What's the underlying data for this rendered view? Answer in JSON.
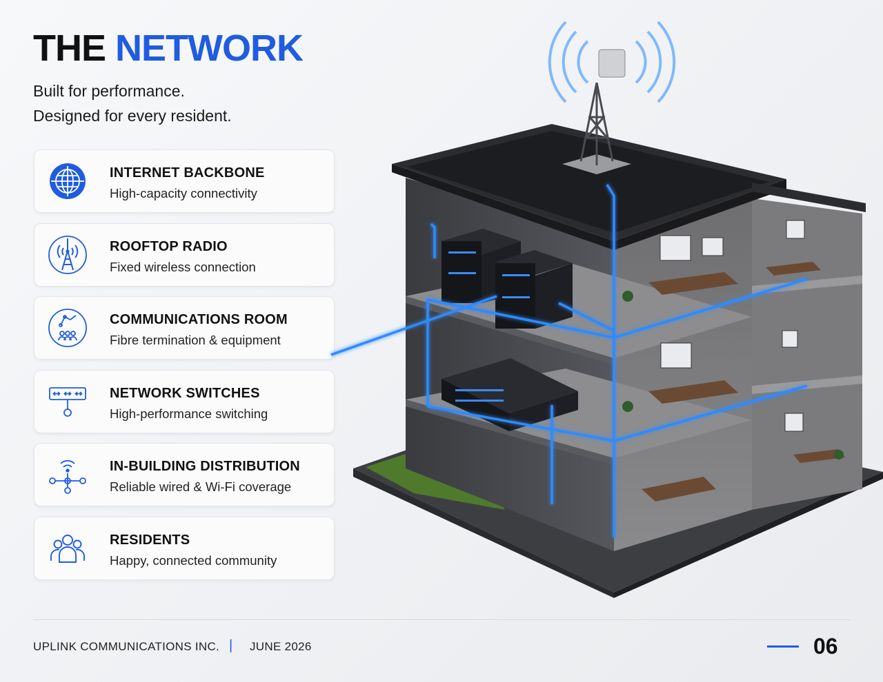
{
  "header": {
    "title_part1": "THE ",
    "title_part2": "NETWORK",
    "subtitle_line1": "Built for performance.",
    "subtitle_line2": "Designed for every resident."
  },
  "colors": {
    "accent": "#1f5ce0",
    "dark": "#111111",
    "signal": "#2f8bff"
  },
  "cards": [
    {
      "icon": "globe-icon",
      "title": "INTERNET BACKBONE",
      "description": "High-capacity connectivity"
    },
    {
      "icon": "radio-tower-icon",
      "title": "ROOFTOP RADIO",
      "description": "Fixed wireless connection"
    },
    {
      "icon": "communications-room-icon",
      "title": "COMMUNICATIONS ROOM",
      "description": "Fibre termination & equipment"
    },
    {
      "icon": "network-switch-icon",
      "title": "NETWORK SWITCHES",
      "description": "High-performance switching"
    },
    {
      "icon": "distribution-icon",
      "title": "IN-BUILDING DISTRIBUTION",
      "description": "Reliable wired & Wi-Fi coverage"
    },
    {
      "icon": "residents-icon",
      "title": "RESIDENTS",
      "description": "Happy, connected community"
    }
  ],
  "footer": {
    "company": "UPLINK COMMUNICATIONS INC.",
    "separator": "|",
    "date": "JUNE 2026",
    "page_number": "06"
  }
}
